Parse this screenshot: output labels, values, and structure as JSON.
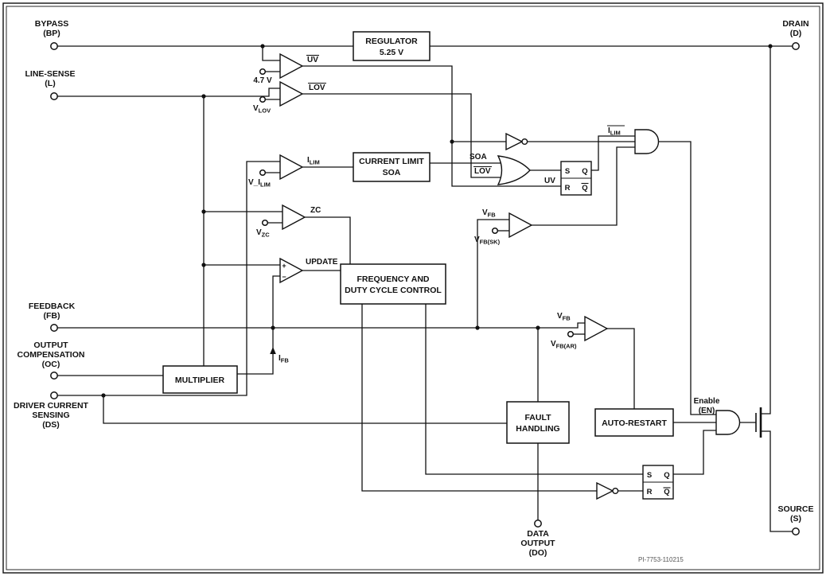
{
  "part_number": "PI-7753-110215",
  "pins": {
    "bypass_name": "BYPASS",
    "bypass_abbr": "(BP)",
    "line_sense_name": "LINE-SENSE",
    "line_sense_abbr": "(L)",
    "feedback_name": "FEEDBACK",
    "feedback_abbr": "(FB)",
    "oc_l1": "OUTPUT",
    "oc_l2": "COMPENSATION",
    "oc_abbr": "(OC)",
    "ds_l1": "DRIVER CURRENT",
    "ds_l2": "SENSING",
    "ds_abbr": "(DS)",
    "drain_name": "DRAIN",
    "drain_abbr": "(D)",
    "source_name": "SOURCE",
    "source_abbr": "(S)",
    "do_l1": "DATA",
    "do_l2": "OUTPUT",
    "do_abbr": "(DO)"
  },
  "blocks": {
    "regulator_l1": "REGULATOR",
    "regulator_l2": "5.25 V",
    "current_limit_l1": "CURRENT LIMIT",
    "current_limit_l2": "SOA",
    "freq_l1": "FREQUENCY AND",
    "freq_l2": "DUTY CYCLE CONTROL",
    "multiplier": "MULTIPLIER",
    "fault_l1": "FAULT",
    "fault_l2": "HANDLING",
    "auto_restart": "AUTO-RESTART"
  },
  "latches": {
    "s": "S",
    "r": "R",
    "q": "Q"
  },
  "signals": {
    "uv": "UV",
    "lov": "LOV",
    "zc": "ZC",
    "update": "UPDATE",
    "soa": "SOA",
    "i_base": "I",
    "ilim_sub": "LIM",
    "v47": "4.7 V",
    "v_base": "V",
    "vlov_sub": "LOV",
    "vilim_base": "V_I",
    "vzc_sub": "ZC",
    "vfb_sub": "FB",
    "vfbsk_sub": "FB(SK)",
    "vfbar_sub": "FB(AR)",
    "ifb_sub": "FB",
    "enable_l1": "Enable",
    "enable_l2": "(EN)",
    "plus": "+",
    "minus": "−"
  }
}
